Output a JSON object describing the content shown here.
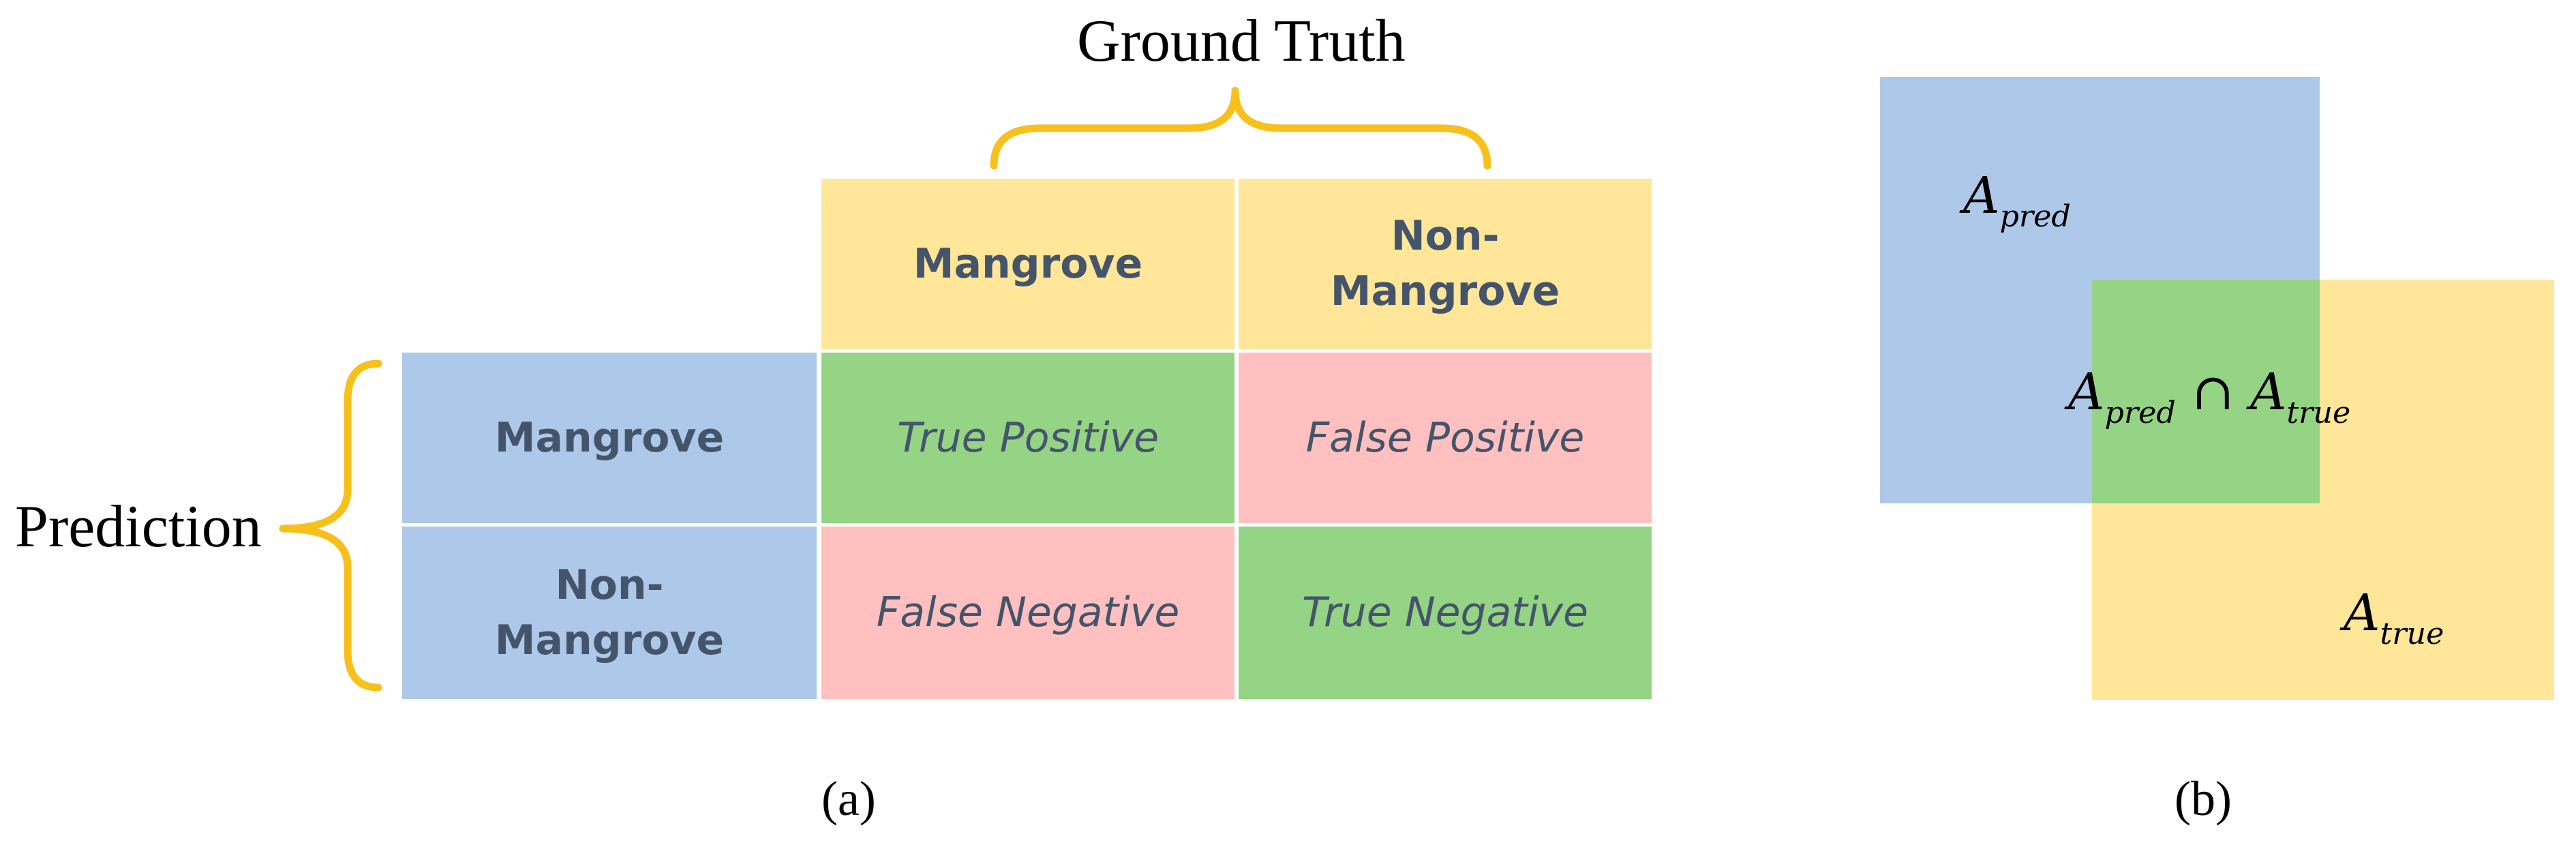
{
  "panel_a": {
    "ground_truth_label": "Ground Truth",
    "prediction_label": "Prediction",
    "column_headers": [
      "Mangrove",
      "Non-\nMangrove"
    ],
    "row_headers": [
      "Mangrove",
      "Non-\nMangrove"
    ],
    "cells": [
      [
        "True Positive",
        "False Positive"
      ],
      [
        "False Negative",
        "True Negative"
      ]
    ],
    "caption": "(a)"
  },
  "panel_b": {
    "pred_base": "A",
    "pred_sub": "pred",
    "true_base": "A",
    "true_sub": "true",
    "intersect_symbol": "∩",
    "caption": "(b)"
  },
  "colors": {
    "bracket": "#f7c01b",
    "header_blue": "#adc8e8",
    "header_yellow": "#ffe699",
    "correct_green": "#95d385",
    "error_pink": "#ffc0bf",
    "cell_text": "#44546a"
  }
}
